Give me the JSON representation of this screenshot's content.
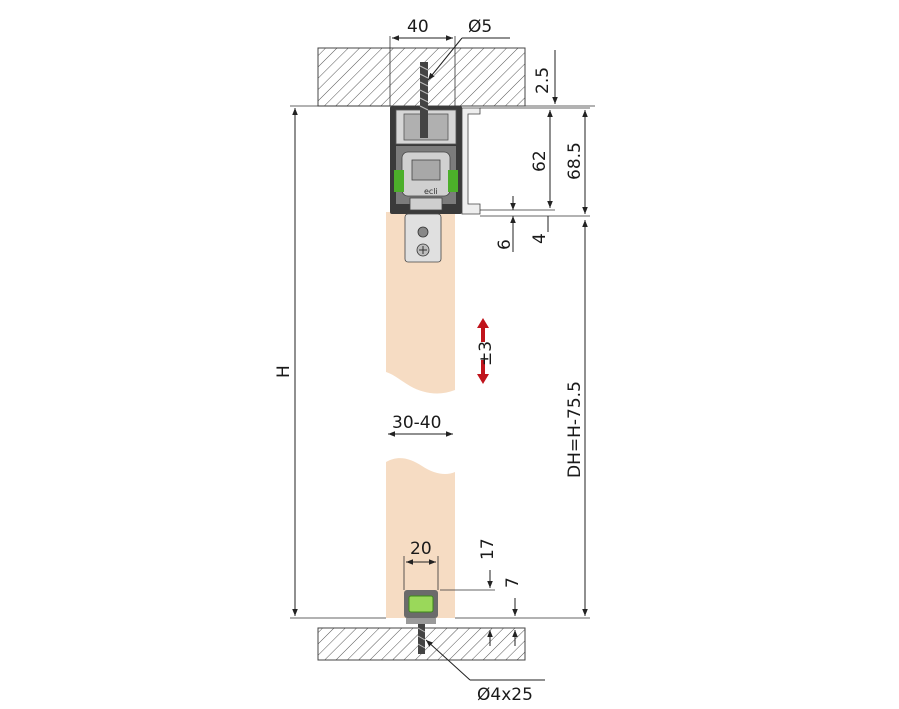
{
  "dimensions": {
    "top_width": "40",
    "screw_top": "Ø5",
    "ceiling_gap": "2.5",
    "rail_inner": "62",
    "rail_outer": "68.5",
    "gap_a": "6",
    "gap_b": "4",
    "height": "H",
    "adjust": "±3",
    "thickness": "30-40",
    "door_height": "DH=H-75.5",
    "guide_width": "20",
    "guide_height": "17",
    "guide_gap": "7",
    "screw_bottom": "Ø4x25"
  },
  "colors": {
    "wood": "#f6dcc3",
    "hatch": "#555555",
    "metal_dark": "#3a3a3a",
    "metal_mid": "#8a8a8a",
    "metal_light": "#d6d6d6",
    "green": "#4caf2a",
    "green_light": "#9ad85a",
    "arrow_red": "#c0141c"
  }
}
